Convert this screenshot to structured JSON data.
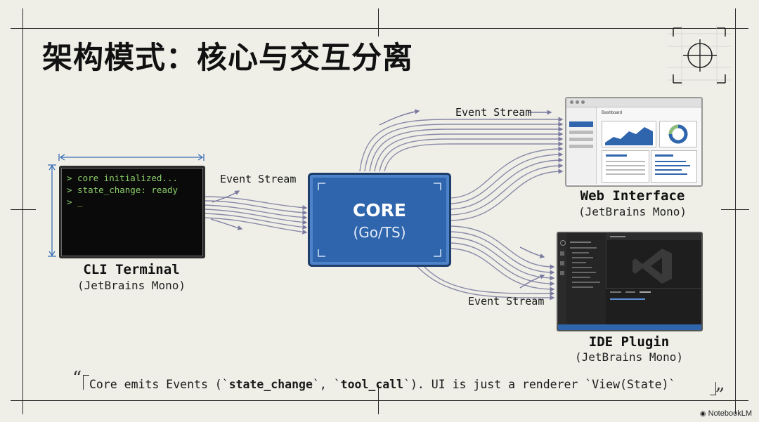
{
  "title": "架构模式：核心与交互分离",
  "stream_labels": {
    "left": "Event Stream",
    "top": "Event Stream",
    "bottom": "Event Stream"
  },
  "cli": {
    "lines": [
      "> core initialized...",
      "> state_change: ready",
      "> _"
    ],
    "title": "CLI Terminal",
    "subtitle": "(JetBrains Mono)"
  },
  "core": {
    "title": "CORE",
    "subtitle": "(Go/TS)"
  },
  "web": {
    "dashboard_label": "Bashboard",
    "title": "Web Interface",
    "subtitle": "(JetBrains Mono)"
  },
  "ide": {
    "title": "IDE Plugin",
    "subtitle": "(JetBrains Mono)"
  },
  "caption": {
    "open_quote": "“",
    "part1": "Core emits Events (`",
    "bold1": "state_change",
    "part2": "`, `",
    "bold2": "tool_call",
    "part3": "`). UI is just a renderer `View(State)`",
    "close_quote": "„"
  },
  "brand": "NotebookLM",
  "colors": {
    "background": "#efefe8",
    "core_blue": "#2f65ad",
    "arrow": "#8a8aa8",
    "terminal_text": "#8ccf6b"
  }
}
